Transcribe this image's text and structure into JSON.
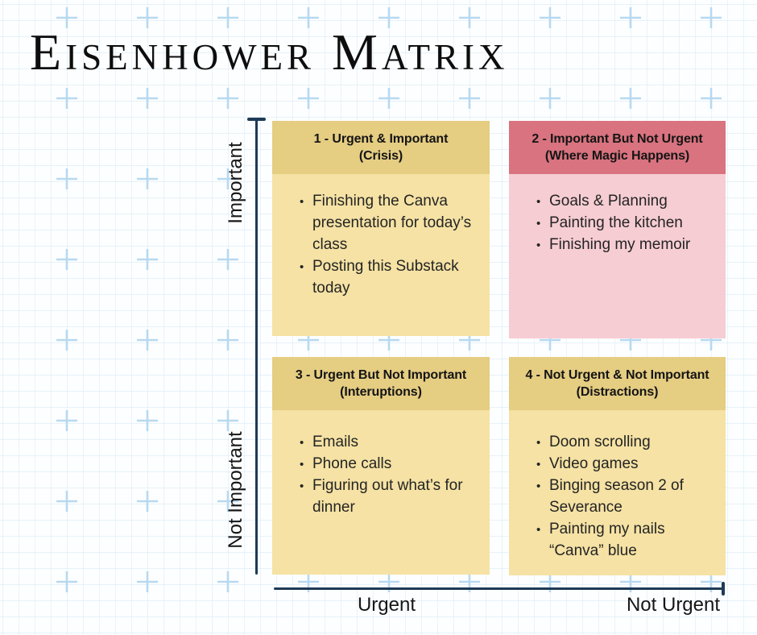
{
  "title": "Eisenhower Matrix",
  "axes": {
    "y_top_label": "Important",
    "y_bottom_label": "Not Important",
    "x_left_label": "Urgent",
    "x_right_label": "Not Urgent"
  },
  "quadrants": [
    {
      "heading": "1 - Urgent & Important",
      "subheading": "(Crisis)",
      "theme": "gold",
      "items": [
        "Finishing the Canva presentation for today’s class",
        "Posting this Substack today"
      ]
    },
    {
      "heading": "2 - Important But Not Urgent",
      "subheading": "(Where Magic Happens)",
      "theme": "pink",
      "items": [
        "Goals & Planning",
        "Painting the kitchen",
        "Finishing my memoir"
      ]
    },
    {
      "heading": "3 - Urgent But Not Important",
      "subheading": "(Interuptions)",
      "theme": "gold",
      "items": [
        "Emails",
        "Phone calls",
        "Figuring out what’s for dinner"
      ]
    },
    {
      "heading": "4 - Not Urgent & Not Important",
      "subheading": "(Distractions)",
      "theme": "gold",
      "items": [
        "Doom scrolling",
        "Video games",
        "Binging season 2 of Severance",
        "Painting my nails “Canva” blue"
      ]
    }
  ],
  "colors": {
    "gold_header": "#e5cd82",
    "gold_body": "#f5e2a4",
    "pink_header": "#d8737f",
    "pink_body": "#f6cdd3",
    "axis": "#1e3a57",
    "grid_line": "#d9ecf8",
    "grid_cross": "#b7d9f0",
    "paper": "#fdfeff",
    "text": "#1c1c1c"
  }
}
